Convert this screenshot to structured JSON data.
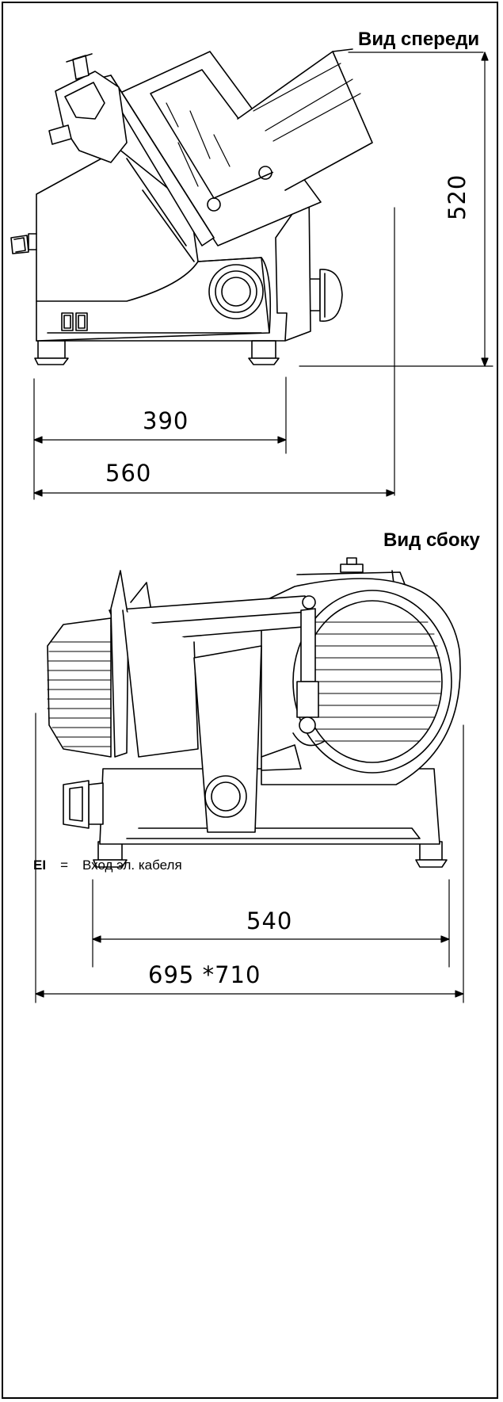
{
  "front_view": {
    "title": "Вид спереди",
    "dims": {
      "height": "520",
      "base_width": "390",
      "total_width": "560"
    }
  },
  "side_view": {
    "title": "Вид сбоку",
    "dims": {
      "base_width": "540",
      "total_width": "695 *710"
    }
  },
  "legend": {
    "key": "EI",
    "eq": "=",
    "text": "Вход эл. кабеля"
  }
}
